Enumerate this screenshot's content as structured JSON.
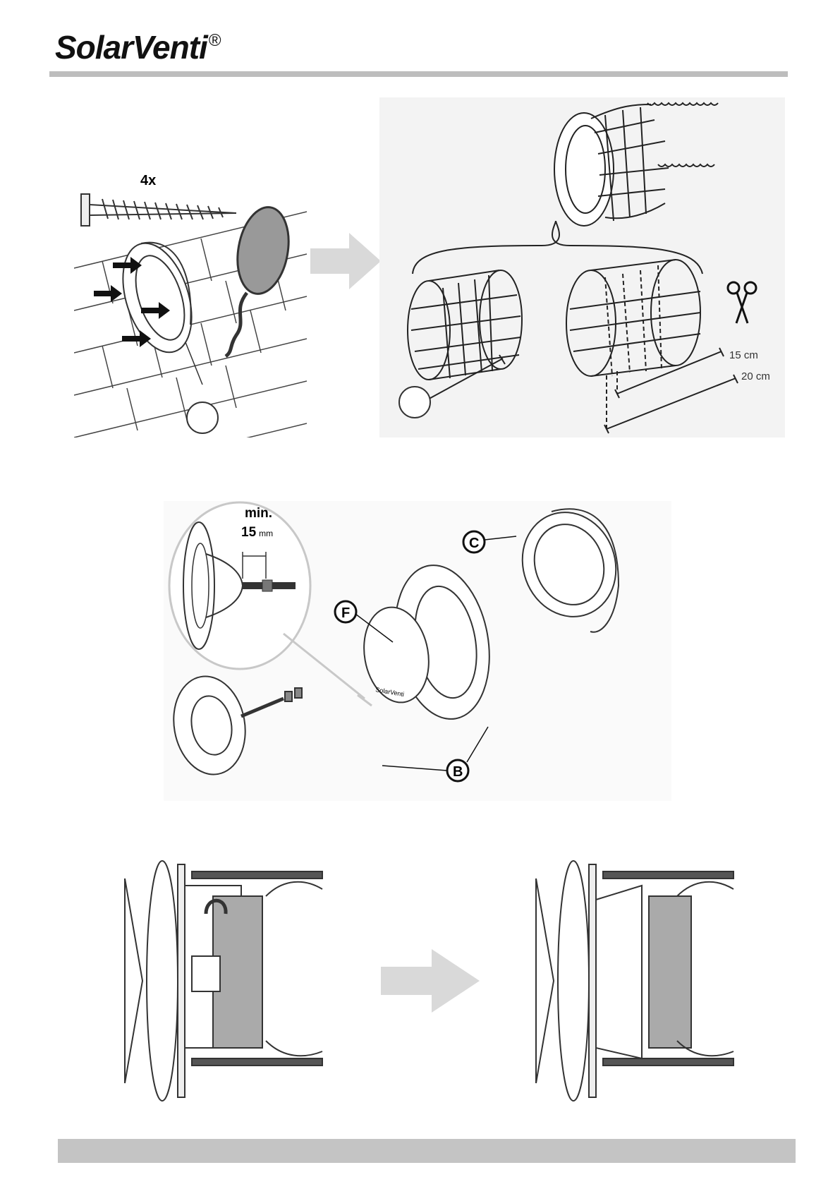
{
  "brand": {
    "name": "SolarVenti",
    "registered_mark": "®"
  },
  "figure1": {
    "screw_count_label": "4x"
  },
  "figure2": {
    "length_short_label": "15 cm",
    "length_long_label": "20 cm"
  },
  "figure3": {
    "min_label": "min.",
    "min_value": "15",
    "min_unit": "mm",
    "callout_c": "C",
    "callout_f": "F",
    "callout_b": "B",
    "disc_brand": "SolarVenti"
  },
  "colors": {
    "rule": "#bdbdbd",
    "footer": "#c4c4c4",
    "arrow": "#d9d9d9",
    "panel": "#f3f3f3"
  }
}
